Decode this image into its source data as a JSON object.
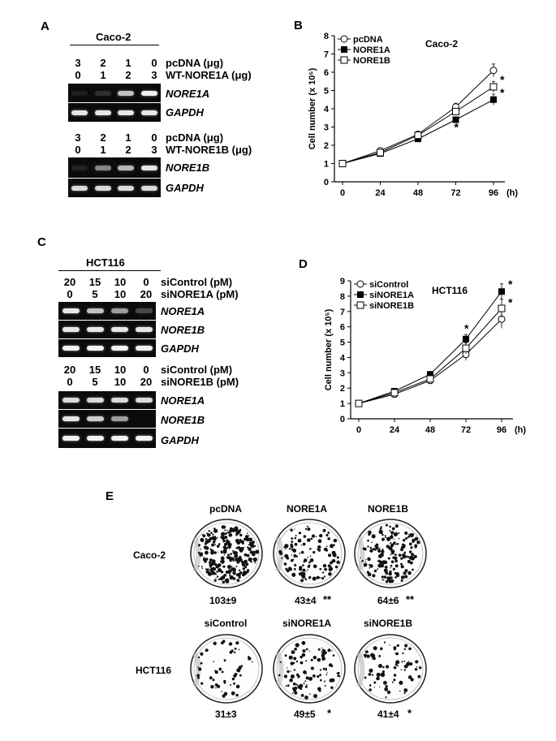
{
  "panels": {
    "A": {
      "label": "A",
      "cell_line": "Caco-2",
      "block1": {
        "row1_name": "pcDNA (μg)",
        "row1_values": [
          "3",
          "2",
          "1",
          "0"
        ],
        "row2_name": "WT-NORE1A (μg)",
        "row2_values": [
          "0",
          "1",
          "2",
          "3"
        ],
        "gels": [
          "NORE1A",
          "GAPDH"
        ]
      },
      "block2": {
        "row1_name": "pcDNA (μg)",
        "row1_values": [
          "3",
          "2",
          "1",
          "0"
        ],
        "row2_name": "WT-NORE1B (μg)",
        "row2_values": [
          "0",
          "1",
          "2",
          "3"
        ],
        "gels": [
          "NORE1B",
          "GAPDH"
        ]
      }
    },
    "C": {
      "label": "C",
      "cell_line": "HCT116",
      "block1": {
        "row1_name": "siControl (pM)",
        "row1_values": [
          "20",
          "15",
          "10",
          "0"
        ],
        "row2_name": "siNORE1A (pM)",
        "row2_values": [
          "0",
          "5",
          "10",
          "20"
        ],
        "gels": [
          "NORE1A",
          "NORE1B",
          "GAPDH"
        ]
      },
      "block2": {
        "row1_name": "siControl (pM)",
        "row1_values": [
          "20",
          "15",
          "10",
          "0"
        ],
        "row2_name": "siNORE1B (pM)",
        "row2_values": [
          "0",
          "5",
          "10",
          "20"
        ],
        "gels": [
          "NORE1A",
          "NORE1B",
          "GAPDH"
        ]
      }
    },
    "E": {
      "label": "E",
      "rows": [
        {
          "name": "Caco-2",
          "cols": [
            "pcDNA",
            "NORE1A",
            "NORE1B"
          ],
          "counts": [
            "103±9",
            "43±4",
            "64±6"
          ],
          "sig": [
            "",
            "**",
            "**"
          ]
        },
        {
          "name": "HCT116",
          "cols": [
            "siControl",
            "siNORE1A",
            "siNORE1B"
          ],
          "counts": [
            "31±3",
            "49±5",
            "41±4"
          ],
          "sig": [
            "",
            "*",
            "*"
          ]
        }
      ]
    }
  },
  "chart_data": [
    {
      "type": "line",
      "panel_label": "B",
      "title": "Caco-2",
      "ylabel": "Cell number (x 10⁵)",
      "x_unit": "(h)",
      "x": [
        0,
        24,
        48,
        72,
        96
      ],
      "ylim": [
        0,
        8
      ],
      "yticks": [
        0,
        1,
        2,
        3,
        4,
        5,
        6,
        7,
        8
      ],
      "legend_position": "top-left",
      "series": [
        {
          "name": "pcDNA",
          "marker": "open-circle",
          "values": [
            1.0,
            1.7,
            2.6,
            4.1,
            6.1
          ],
          "errors": [
            0.05,
            0.1,
            0.1,
            0.2,
            0.35
          ]
        },
        {
          "name": "NORE1A",
          "marker": "filled-square",
          "values": [
            1.0,
            1.55,
            2.35,
            3.4,
            4.5
          ],
          "errors": [
            0.05,
            0.1,
            0.1,
            0.15,
            0.3
          ]
        },
        {
          "name": "NORE1B",
          "marker": "open-square",
          "values": [
            1.0,
            1.6,
            2.55,
            3.85,
            5.2
          ],
          "errors": [
            0.05,
            0.1,
            0.1,
            0.15,
            0.3
          ]
        }
      ],
      "annotations": [
        {
          "x": 72,
          "y": 3.0,
          "text": "*"
        },
        {
          "x": 96,
          "y": 5.6,
          "text": "*"
        },
        {
          "x": 96,
          "y": 4.9,
          "text": "*"
        }
      ]
    },
    {
      "type": "line",
      "panel_label": "D",
      "title": "HCT116",
      "ylabel": "Cell number (x 10⁵)",
      "x_unit": "(h)",
      "x": [
        0,
        24,
        48,
        72,
        96
      ],
      "ylim": [
        0,
        9
      ],
      "yticks": [
        0,
        1,
        2,
        3,
        4,
        5,
        6,
        7,
        8,
        9
      ],
      "legend_position": "top-left",
      "series": [
        {
          "name": "siControl",
          "marker": "open-circle",
          "values": [
            1.0,
            1.6,
            2.5,
            4.2,
            6.5
          ],
          "errors": [
            0.05,
            0.1,
            0.15,
            0.4,
            0.6
          ]
        },
        {
          "name": "siNORE1A",
          "marker": "filled-square",
          "values": [
            1.0,
            1.8,
            2.9,
            5.2,
            8.3
          ],
          "errors": [
            0.05,
            0.1,
            0.1,
            0.3,
            0.5
          ]
        },
        {
          "name": "siNORE1B",
          "marker": "open-square",
          "values": [
            1.0,
            1.7,
            2.6,
            4.6,
            7.2
          ],
          "errors": [
            0.05,
            0.1,
            0.15,
            0.35,
            0.6
          ]
        }
      ],
      "annotations": [
        {
          "x": 72,
          "y": 5.9,
          "text": "*"
        },
        {
          "x": 96,
          "y": 8.8,
          "text": "*"
        },
        {
          "x": 96,
          "y": 7.6,
          "text": "*"
        }
      ]
    }
  ]
}
